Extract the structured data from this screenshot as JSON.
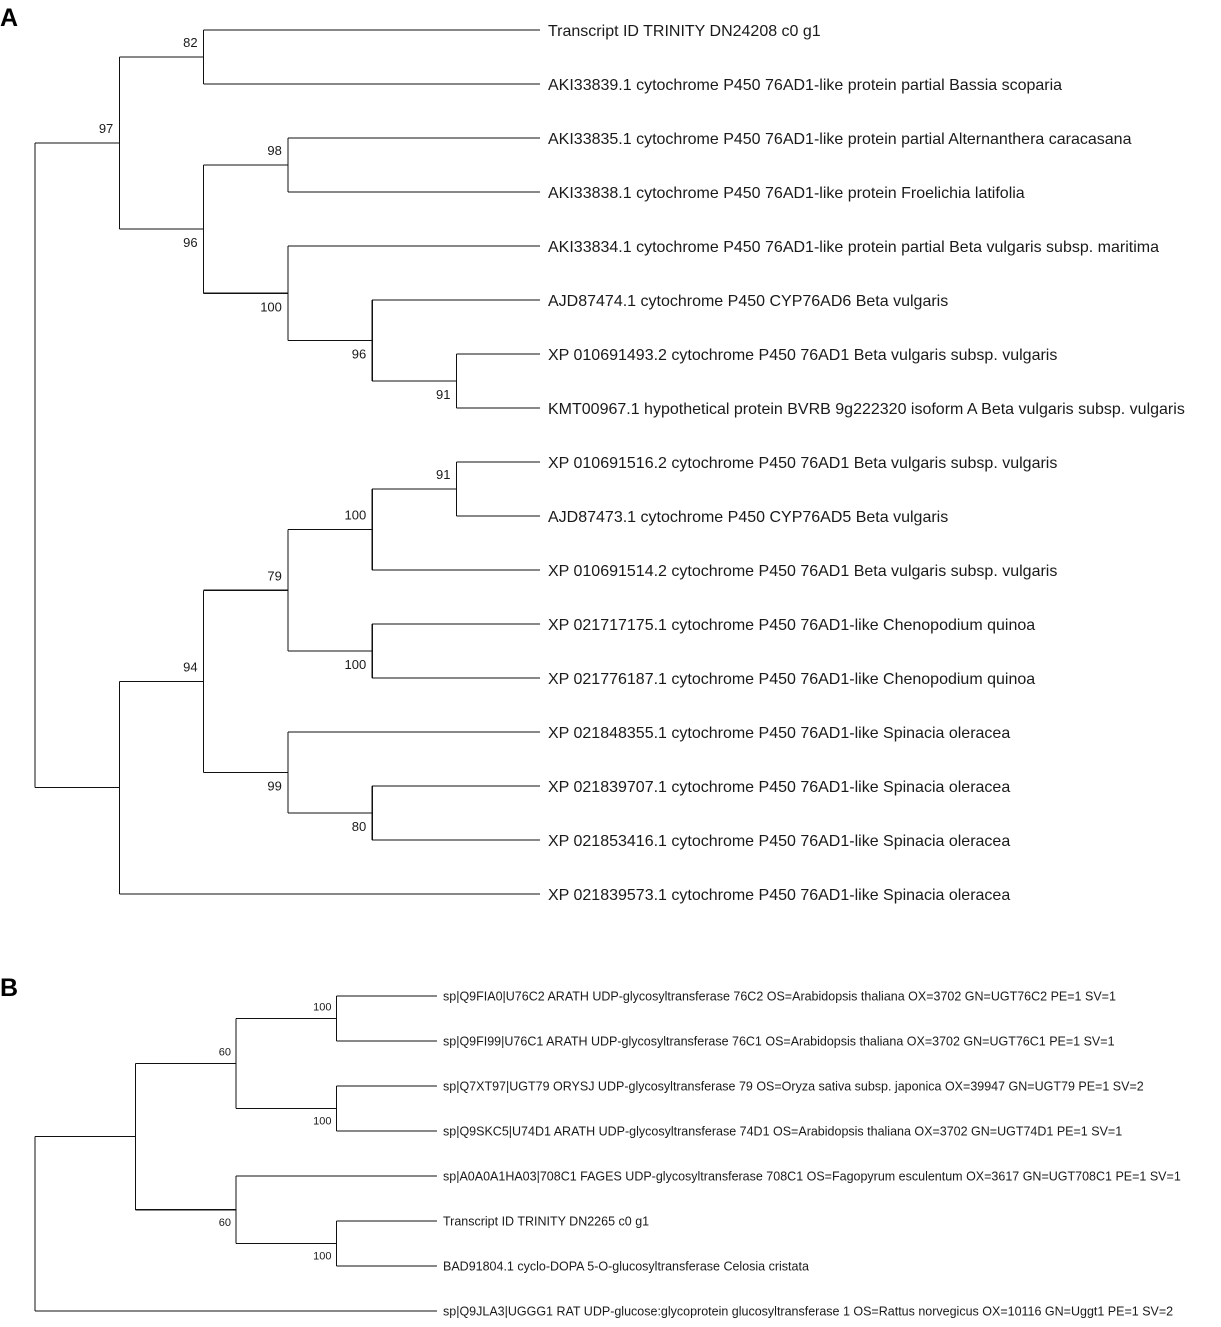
{
  "panels": [
    {
      "letter": "A",
      "tips": [
        "Transcript ID TRINITY DN24208 c0 g1",
        "AKI33839.1 cytochrome P450 76AD1-like protein partial Bassia scoparia",
        "AKI33835.1 cytochrome P450 76AD1-like protein partial Alternanthera caracasana",
        "AKI33838.1 cytochrome P450 76AD1-like protein Froelichia latifolia",
        "AKI33834.1 cytochrome P450 76AD1-like protein partial Beta vulgaris subsp. maritima",
        "AJD87474.1 cytochrome P450 CYP76AD6 Beta vulgaris",
        "XP 010691493.2 cytochrome P450 76AD1 Beta vulgaris subsp. vulgaris",
        "KMT00967.1 hypothetical protein BVRB 9g222320 isoform A Beta vulgaris subsp. vulgaris",
        "XP 010691516.2 cytochrome P450 76AD1 Beta vulgaris subsp. vulgaris",
        "AJD87473.1 cytochrome P450 CYP76AD5 Beta vulgaris",
        "XP 010691514.2 cytochrome P450 76AD1 Beta vulgaris subsp. vulgaris",
        "XP 021717175.1 cytochrome P450 76AD1-like Chenopodium quinoa",
        "XP 021776187.1 cytochrome P450 76AD1-like Chenopodium quinoa",
        "XP 021848355.1 cytochrome P450 76AD1-like Spinacia oleracea",
        "XP 021839707.1 cytochrome P450 76AD1-like Spinacia oleracea",
        "XP 021853416.1 cytochrome P450 76AD1-like Spinacia oleracea",
        "XP 021839573.1 cytochrome P450 76AD1-like Spinacia oleracea"
      ],
      "tree": {
        "c": [
          {
            "s": "97",
            "sp": "above",
            "c": [
              {
                "s": "82",
                "sp": "above",
                "c": [
                  {
                    "t": 0
                  },
                  {
                    "t": 1
                  }
                ]
              },
              {
                "s": "96",
                "sp": "below",
                "c": [
                  {
                    "s": "98",
                    "sp": "above",
                    "c": [
                      {
                        "t": 2
                      },
                      {
                        "t": 3
                      }
                    ]
                  },
                  {
                    "s": "100",
                    "sp": "below",
                    "c": [
                      {
                        "t": 4
                      },
                      {
                        "s": "96",
                        "sp": "below",
                        "c": [
                          {
                            "t": 5
                          },
                          {
                            "s": "91",
                            "sp": "below",
                            "c": [
                              {
                                "t": 6
                              },
                              {
                                "t": 7
                              }
                            ]
                          }
                        ]
                      }
                    ]
                  }
                ]
              }
            ]
          },
          {
            "c": [
              {
                "s": "94",
                "sp": "above",
                "c": [
                  {
                    "s": "79",
                    "sp": "above",
                    "c": [
                      {
                        "s": "100",
                        "sp": "above",
                        "c": [
                          {
                            "s": "91",
                            "sp": "above",
                            "c": [
                              {
                                "t": 8
                              },
                              {
                                "t": 9
                              }
                            ]
                          },
                          {
                            "t": 10
                          }
                        ]
                      },
                      {
                        "s": "100",
                        "sp": "below",
                        "c": [
                          {
                            "t": 11
                          },
                          {
                            "t": 12
                          }
                        ]
                      }
                    ]
                  },
                  {
                    "s": "99",
                    "sp": "below",
                    "c": [
                      {
                        "t": 13
                      },
                      {
                        "s": "80",
                        "sp": "below",
                        "c": [
                          {
                            "t": 14
                          },
                          {
                            "t": 15
                          }
                        ]
                      }
                    ]
                  }
                ]
              },
              {
                "t": 16
              }
            ]
          }
        ]
      }
    },
    {
      "letter": "B",
      "tips": [
        "sp|Q9FIA0|U76C2 ARATH UDP-glycosyltransferase 76C2 OS=Arabidopsis thaliana OX=3702 GN=UGT76C2 PE=1 SV=1",
        "sp|Q9FI99|U76C1 ARATH UDP-glycosyltransferase 76C1 OS=Arabidopsis thaliana OX=3702 GN=UGT76C1 PE=1 SV=1",
        "sp|Q7XT97|UGT79 ORYSJ UDP-glycosyltransferase 79 OS=Oryza sativa subsp. japonica OX=39947 GN=UGT79 PE=1 SV=2",
        "sp|Q9SKC5|U74D1 ARATH UDP-glycosyltransferase 74D1 OS=Arabidopsis thaliana OX=3702 GN=UGT74D1 PE=1 SV=1",
        "sp|A0A0A1HA03|708C1 FAGES UDP-glycosyltransferase 708C1 OS=Fagopyrum esculentum OX=3617 GN=UGT708C1 PE=1 SV=1",
        "Transcript ID TRINITY DN2265 c0 g1",
        "BAD91804.1 cyclo-DOPA 5-O-glucosyltransferase Celosia cristata",
        "sp|Q9JLA3|UGGG1 RAT UDP-glucose:glycoprotein glucosyltransferase 1 OS=Rattus norvegicus OX=10116 GN=Uggt1 PE=1 SV=2"
      ],
      "tree": {
        "c": [
          {
            "c": [
              {
                "s": "60",
                "sp": "above",
                "c": [
                  {
                    "s": "100",
                    "sp": "above",
                    "c": [
                      {
                        "t": 0
                      },
                      {
                        "t": 1
                      }
                    ]
                  },
                  {
                    "s": "100",
                    "sp": "below",
                    "c": [
                      {
                        "t": 2
                      },
                      {
                        "t": 3
                      }
                    ]
                  }
                ]
              },
              {
                "s": "60",
                "sp": "below",
                "c": [
                  {
                    "t": 4
                  },
                  {
                    "s": "100",
                    "sp": "below",
                    "c": [
                      {
                        "t": 5
                      },
                      {
                        "t": 6
                      }
                    ]
                  }
                ]
              }
            ]
          },
          {
            "t": 7
          }
        ]
      }
    }
  ]
}
